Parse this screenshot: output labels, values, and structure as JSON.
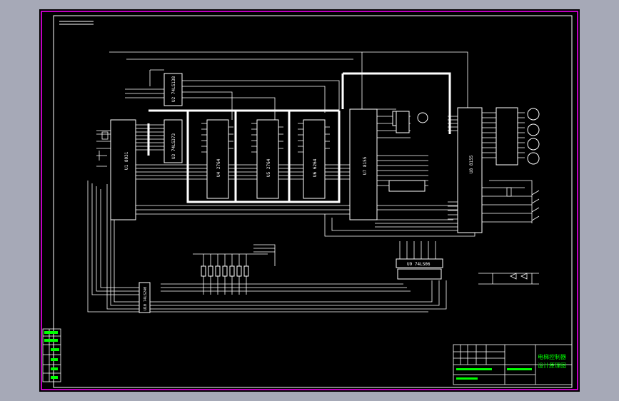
{
  "colors": {
    "background": "#a6a9b7",
    "sheet": "#000000",
    "border": "#ff00ff",
    "wire": "#ffffff",
    "title_text": "#00ff00"
  },
  "chips": {
    "u1": {
      "ref": "U1",
      "part": "8031"
    },
    "u2": {
      "ref": "U2",
      "part": "74LS138"
    },
    "u3": {
      "ref": "U3",
      "part": "74LS373"
    },
    "u4": {
      "ref": "U4",
      "part": "2764"
    },
    "u5": {
      "ref": "U5",
      "part": "2764"
    },
    "u6": {
      "ref": "U6",
      "part": "6264"
    },
    "u7": {
      "ref": "U7",
      "part": "8155"
    },
    "u8": {
      "ref": "U8",
      "part": "8155"
    },
    "u9": {
      "ref": "U9",
      "part": "74LS06"
    },
    "u10": {
      "ref": "U10",
      "part": "74LS240"
    }
  },
  "title_block": {
    "drawing_title_line1": "电梯控制器",
    "drawing_title_line2": "设计原理图"
  }
}
